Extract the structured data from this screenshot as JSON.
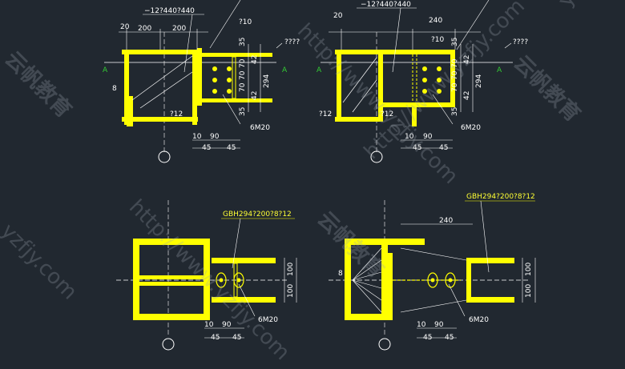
{
  "colors": {
    "background": "#212830",
    "steel": "#ffff00",
    "lines": "#ffffff",
    "section_mark": "#33cc33",
    "bolts": "#ffff00"
  },
  "top_left": {
    "dims_top": [
      "20",
      "200",
      "200"
    ],
    "plate_label": "−12?440?440",
    "dim_10": "?10",
    "dims_right": [
      "35",
      "70",
      "70",
      "70",
      "42",
      "42",
      "294",
      "35"
    ],
    "dims_bottom": [
      "10",
      "90",
      "45",
      "45"
    ],
    "bolts_label": "6M20",
    "weld_left": "8",
    "weld_bottom": "?12",
    "section_left": "A",
    "section_right": "A",
    "weld_marker": "????"
  },
  "top_right": {
    "dims_top": [
      "20",
      "240"
    ],
    "plate_label": "−12?440?440",
    "dim_10": "?10",
    "dims_right": [
      "35",
      "70",
      "70",
      "70",
      "42",
      "42",
      "294",
      "35"
    ],
    "dims_bottom": [
      "10",
      "90",
      "45",
      "45"
    ],
    "bolts_label": "6M20",
    "weld_bottom_left": "?12",
    "weld_bottom_mid": "?12",
    "section_left": "A",
    "section_right": "A",
    "weld_marker": "????"
  },
  "bottom_left": {
    "beam_label": "GBH294?200?8?12",
    "dims_right": [
      "100",
      "100"
    ],
    "dims_bottom": [
      "10",
      "90",
      "45",
      "45"
    ],
    "bolts_label": "6M20"
  },
  "bottom_right": {
    "beam_label": "GBH294?200?8?12",
    "dim_top": "240",
    "dims_right": [
      "100",
      "100"
    ],
    "dims_bottom": [
      "10",
      "90",
      "45",
      "45"
    ],
    "bolts_label": "6M20",
    "weld_left": "8"
  },
  "watermarks": {
    "url": "http://www.yzfjy.com",
    "brand_cn": "云帆教育",
    "domain": "yzfjy.com"
  }
}
